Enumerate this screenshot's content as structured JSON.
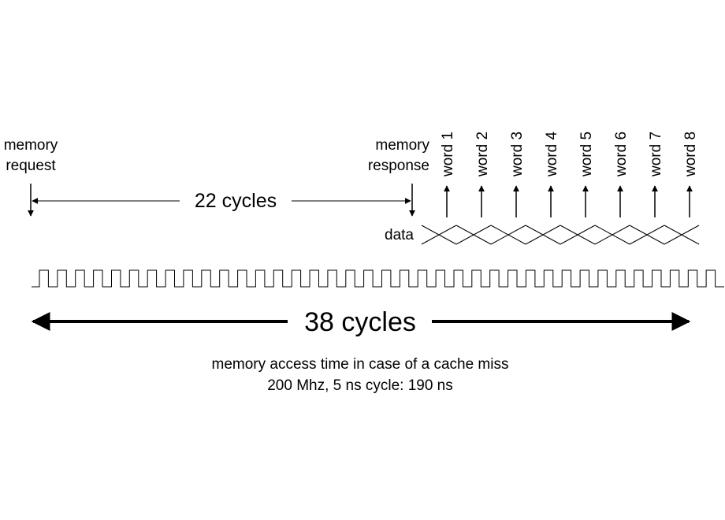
{
  "labels": {
    "memory_request": [
      "memory",
      "request"
    ],
    "memory_response": [
      "memory",
      "response"
    ],
    "latency": "22 cycles",
    "data": "data",
    "total": "38 cycles",
    "caption_line1": "memory access time in case of a cache miss",
    "caption_line2": "200 Mhz, 5 ns cycle: 190 ns"
  },
  "words": [
    "word 1",
    "word 2",
    "word 3",
    "word 4",
    "word 5",
    "word 6",
    "word 7",
    "word 8"
  ],
  "clock": {
    "cycles": 38
  },
  "colors": {
    "ink": "#000000",
    "background": "#ffffff"
  }
}
